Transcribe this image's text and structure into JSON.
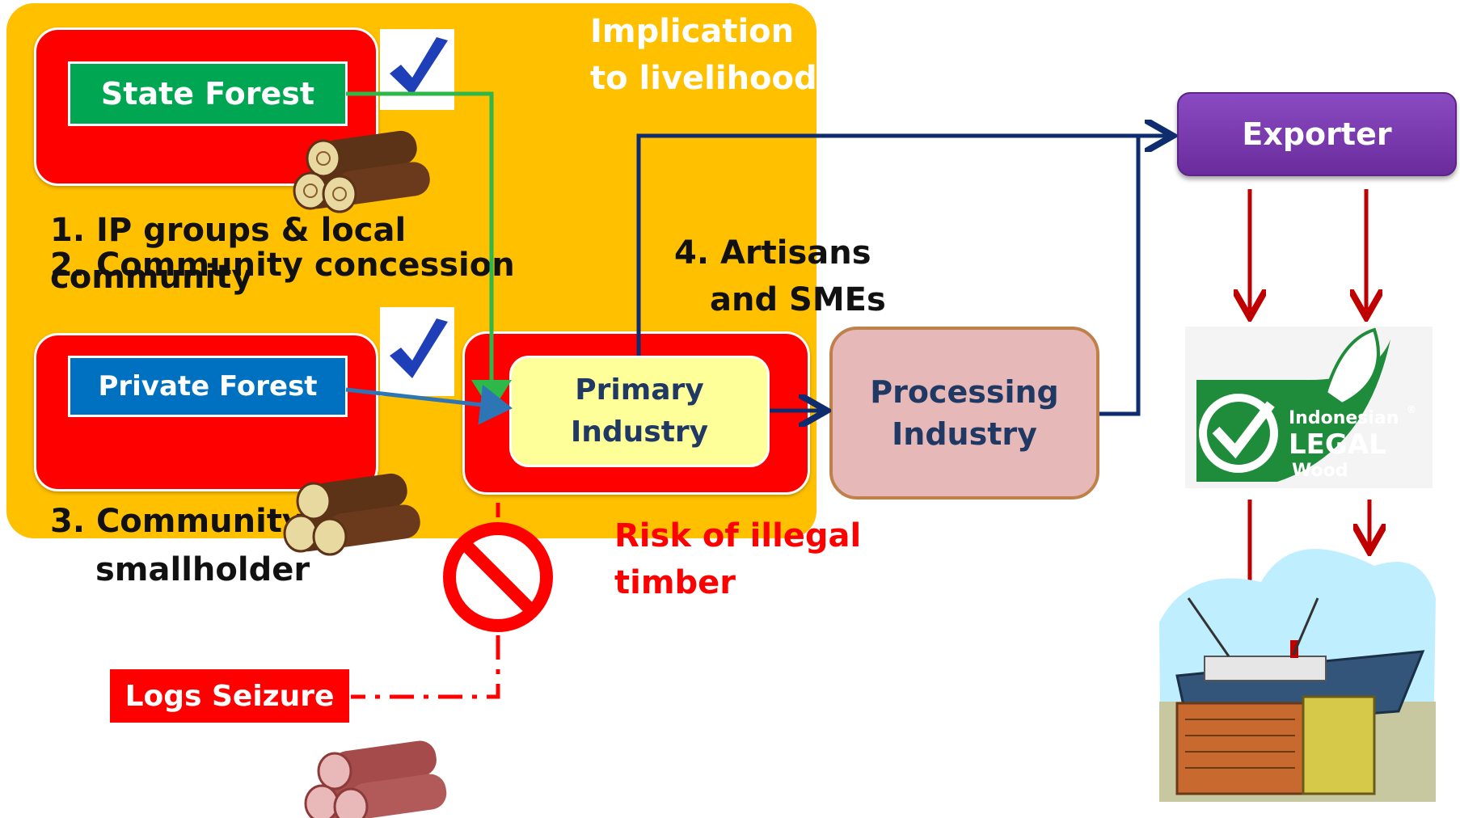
{
  "header": {
    "implication_line1": "Implication",
    "implication_line2": "to livelihood"
  },
  "sources": {
    "state_forest": "State Forest",
    "private_forest": "Private Forest",
    "group_1_line1": "1. IP groups & local",
    "group_1_line2": "community",
    "group_2": "2. Community concession",
    "group_3_line1": "3. Community",
    "group_3_line2": "smallholder"
  },
  "chain": {
    "artisans_line1": "4. Artisans",
    "artisans_line2": "and SMEs",
    "primary_line1": "Primary",
    "primary_line2": "Industry",
    "processing_line1": "Processing",
    "processing_line2": "Industry",
    "exporter": "Exporter"
  },
  "risk": {
    "line1": "Risk of illegal",
    "line2": "timber",
    "seizure": "Logs Seizure"
  },
  "logo": {
    "line1": "Indonesian",
    "line2": "LEGAL",
    "line3": "Wood",
    "registered": "®"
  },
  "colors": {
    "panel": "#FFC000",
    "red": "#FF0000",
    "state_forest": "#00A651",
    "private_forest": "#0070C0",
    "primary_fill": "#FFFF99",
    "processing_fill": "#E6B8B7",
    "exporter_fill": "#7030A0",
    "navy_arrow": "#0F2C6E",
    "dark_red_arrow": "#C00000",
    "logo_green": "#1E8C3A"
  }
}
